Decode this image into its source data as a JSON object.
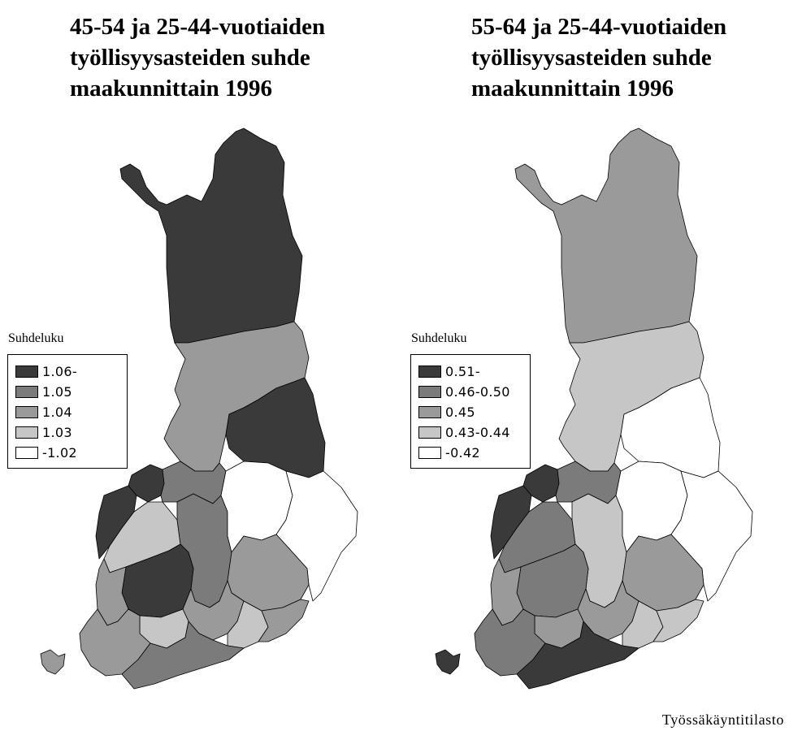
{
  "maps": [
    {
      "title_lines": [
        "45-54 ja 25-44-vuotiaiden",
        "työllisyysasteiden suhde",
        "maakunnittain 1996"
      ],
      "legend_title": "Suhdeluku",
      "legend": [
        {
          "label": "1.06-",
          "color": "#3a3a3a"
        },
        {
          "label": "1.05",
          "color": "#7b7b7b"
        },
        {
          "label": "1.04",
          "color": "#9a9a9a"
        },
        {
          "label": "1.03",
          "color": "#c6c6c6"
        },
        {
          "label": "-1.02",
          "color": "#ffffff"
        }
      ]
    },
    {
      "title_lines": [
        "55-64 ja 25-44-vuotiaiden",
        "työllisyysasteiden suhde",
        "maakunnittain 1996"
      ],
      "legend_title": "Suhdeluku",
      "legend": [
        {
          "label": "0.51-",
          "color": "#3a3a3a"
        },
        {
          "label": "0.46-0.50",
          "color": "#7b7b7b"
        },
        {
          "label": "0.45",
          "color": "#9a9a9a"
        },
        {
          "label": "0.43-0.44",
          "color": "#c6c6c6"
        },
        {
          "label": "-0.42",
          "color": "#ffffff"
        }
      ]
    }
  ],
  "source": "Työssäkäyntitilasto"
}
